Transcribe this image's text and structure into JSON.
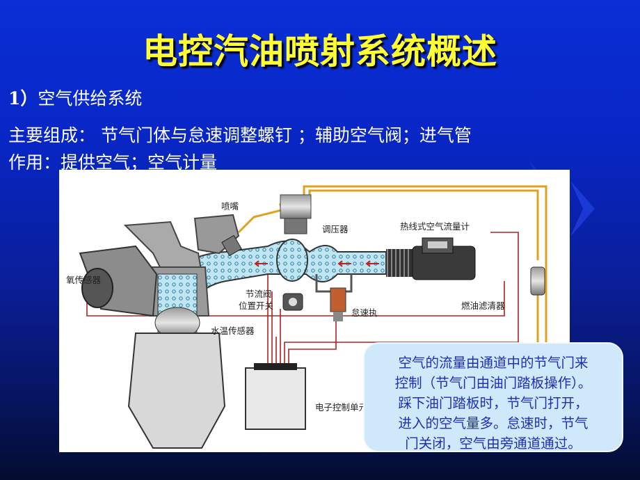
{
  "slide": {
    "title": "电控汽油喷射系统概述",
    "section_number": "1）",
    "section_title": "空气供给系统",
    "components_line": "主要组成：  节气门体与怠速调整螺钉 ；辅助空气阀；进气管",
    "function_line": "作用：提供空气；空气计量"
  },
  "diagram": {
    "labels": {
      "injector": "喷嘴",
      "pressure_regulator": "调压器",
      "airflow_meter": "热线式空气流量计",
      "o2_sensor": "氧传感器",
      "throttle_switch_1": "节流阀",
      "throttle_switch_2": "位置开关",
      "idle_actuator": "怠速执",
      "fuel_filter": "燃油滤清器",
      "coolant_sensor": "水温传感器",
      "ecu": "电子控制单元"
    }
  },
  "callout": {
    "lines": [
      "空气的流量由通道中的节气门来",
      "控制（节气门由油门踏板操作）。",
      "踩下油门踏板时，节气门打开，",
      "进入的空气量多。怠速时，节气",
      "门关闭，空气由旁通道通过。"
    ]
  },
  "colors": {
    "title": "#ffff33",
    "background": "#0a2fd6",
    "callout_bg": "#cfe8fa",
    "callout_text": "#1e2fb8",
    "fuel_line": "#e0a020",
    "wire": "#b02020"
  }
}
